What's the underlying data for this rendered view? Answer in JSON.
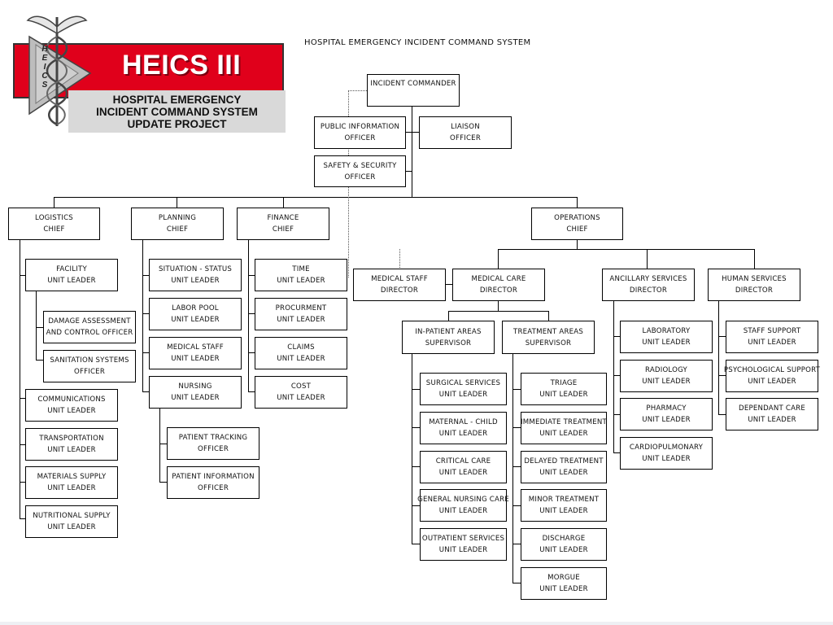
{
  "logo": {
    "big": "HEICS III",
    "sub_line1": "HOSPITAL EMERGENCY",
    "sub_line2": "INCIDENT COMMAND SYSTEM",
    "sub_line3": "UPDATE PROJECT",
    "vert_letters": [
      "H",
      "E",
      "I",
      "C",
      "S"
    ],
    "colors": {
      "red": "#e0001b",
      "grey": "#d9d9d9"
    }
  },
  "title": "HOSPITAL EMERGENCY INCIDENT COMMAND SYSTEM",
  "boxes": {
    "incident_commander": [
      "INCIDENT COMMANDER"
    ],
    "public_information": [
      "PUBLIC INFORMATION",
      "OFFICER"
    ],
    "liaison": [
      "LIAISON",
      "OFFICER"
    ],
    "safety_security": [
      "SAFETY & SECURITY",
      "OFFICER"
    ],
    "logistics": [
      "LOGISTICS",
      "CHIEF"
    ],
    "planning": [
      "PLANNING",
      "CHIEF"
    ],
    "finance": [
      "FINANCE",
      "CHIEF"
    ],
    "operations": [
      "OPERATIONS",
      "CHIEF"
    ],
    "facility": [
      "FACILITY",
      "UNIT LEADER"
    ],
    "damage_assessment": [
      "DAMAGE ASSESSMENT",
      "AND CONTROL OFFICER"
    ],
    "sanitation": [
      "SANITATION SYSTEMS",
      "OFFICER"
    ],
    "communications": [
      "COMMUNICATIONS",
      "UNIT LEADER"
    ],
    "transportation": [
      "TRANSPORTATION",
      "UNIT LEADER"
    ],
    "materials_supply": [
      "MATERIALS SUPPLY",
      "UNIT LEADER"
    ],
    "nutritional_supply": [
      "NUTRITIONAL SUPPLY",
      "UNIT LEADER"
    ],
    "situation_status": [
      "SITUATION - STATUS",
      "UNIT LEADER"
    ],
    "labor_pool": [
      "LABOR POOL",
      "UNIT LEADER"
    ],
    "medical_staff_unit": [
      "MEDICAL STAFF",
      "UNIT LEADER"
    ],
    "nursing": [
      "NURSING",
      "UNIT LEADER"
    ],
    "patient_tracking": [
      "PATIENT TRACKING",
      "OFFICER"
    ],
    "patient_information": [
      "PATIENT INFORMATION",
      "OFFICER"
    ],
    "time": [
      "TIME",
      "UNIT LEADER"
    ],
    "procurment": [
      "PROCURMENT",
      "UNIT LEADER"
    ],
    "claims": [
      "CLAIMS",
      "UNIT LEADER"
    ],
    "cost": [
      "COST",
      "UNIT LEADER"
    ],
    "medical_staff_director": [
      "MEDICAL STAFF",
      "DIRECTOR"
    ],
    "medical_care_director": [
      "MEDICAL CARE",
      "DIRECTOR"
    ],
    "ancillary_director": [
      "ANCILLARY SERVICES",
      "DIRECTOR"
    ],
    "human_services_director": [
      "HUMAN SERVICES",
      "DIRECTOR"
    ],
    "inpatient_supervisor": [
      "IN-PATIENT AREAS",
      "SUPERVISOR"
    ],
    "treatment_supervisor": [
      "TREATMENT AREAS",
      "SUPERVISOR"
    ],
    "surgical_services": [
      "SURGICAL SERVICES",
      "UNIT LEADER"
    ],
    "maternal_child": [
      "MATERNAL - CHILD",
      "UNIT LEADER"
    ],
    "critical_care": [
      "CRITICAL CARE",
      "UNIT LEADER"
    ],
    "general_nursing": [
      "GENERAL NURSING CARE",
      "UNIT LEADER"
    ],
    "outpatient": [
      "OUTPATIENT SERVICES",
      "UNIT LEADER"
    ],
    "triage": [
      "TRIAGE",
      "UNIT LEADER"
    ],
    "immediate_treatment": [
      "IMMEDIATE TREATMENT",
      "UNIT LEADER"
    ],
    "delayed_treatment": [
      "DELAYED TREATMENT",
      "UNIT LEADER"
    ],
    "minor_treatment": [
      "MINOR TREATMENT",
      "UNIT LEADER"
    ],
    "discharge": [
      "DISCHARGE",
      "UNIT LEADER"
    ],
    "morgue": [
      "MORGUE",
      "UNIT LEADER"
    ],
    "laboratory": [
      "LABORATORY",
      "UNIT LEADER"
    ],
    "radiology": [
      "RADIOLOGY",
      "UNIT LEADER"
    ],
    "pharmacy": [
      "PHARMACY",
      "UNIT LEADER"
    ],
    "cardiopulmonary": [
      "CARDIOPULMONARY",
      "UNIT LEADER"
    ],
    "staff_support": [
      "STAFF SUPPORT",
      "UNIT LEADER"
    ],
    "psychological_support": [
      "PSYCHOLOGICAL SUPPORT",
      "UNIT LEADER"
    ],
    "dependant_care": [
      "DEPENDANT CARE",
      "UNIT LEADER"
    ]
  }
}
